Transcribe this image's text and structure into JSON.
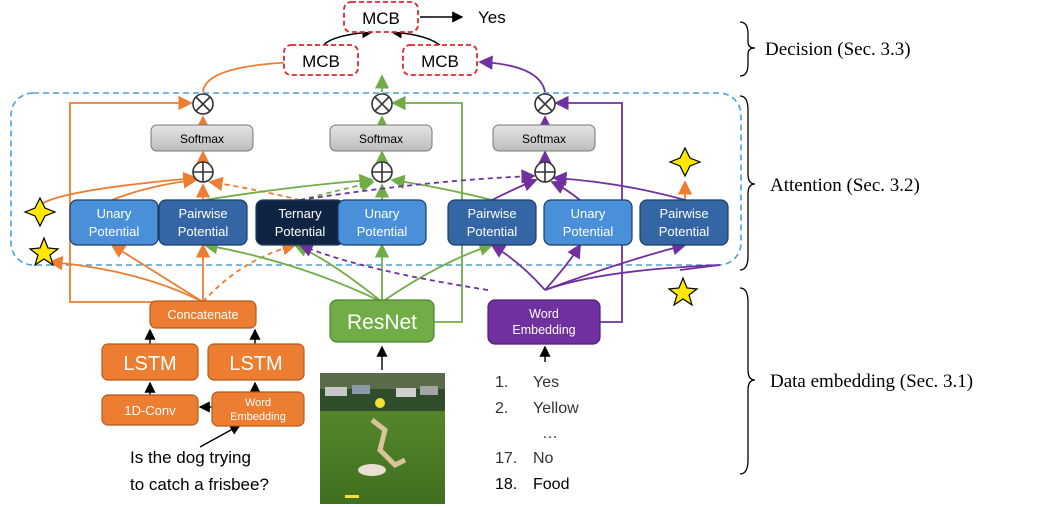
{
  "decision": {
    "mcb_top": "MCB",
    "mcb_left": "MCB",
    "mcb_right": "MCB",
    "output": "Yes"
  },
  "attention": {
    "softmax": [
      "Softmax",
      "Softmax",
      "Softmax"
    ],
    "potentials": [
      {
        "line1": "Unary",
        "line2": "Potential",
        "color": "#4a90d9"
      },
      {
        "line1": "Pairwise",
        "line2": "Potential",
        "color": "#3465a4"
      },
      {
        "line1": "Ternary",
        "line2": "Potential",
        "color": "#0f2443"
      },
      {
        "line1": "Unary",
        "line2": "Potential",
        "color": "#4a90d9"
      },
      {
        "line1": "Pairwise",
        "line2": "Potential",
        "color": "#3465a4"
      },
      {
        "line1": "Unary",
        "line2": "Potential",
        "color": "#4a90d9"
      },
      {
        "line1": "Pairwise",
        "line2": "Potential",
        "color": "#3465a4"
      }
    ]
  },
  "question_branch": {
    "concatenate": "Concatenate",
    "lstm_left": "LSTM",
    "lstm_right": "LSTM",
    "conv": "1D-Conv",
    "word_embedding_line1": "Word",
    "word_embedding_line2": "Embedding",
    "question_line1": "Is the dog trying",
    "question_line2": "to catch a frisbee?"
  },
  "image_branch": {
    "resnet": "ResNet"
  },
  "answer_branch": {
    "word_embedding_line1": "Word",
    "word_embedding_line2": "Embedding",
    "answers": [
      {
        "num": "1.",
        "text": "Yes"
      },
      {
        "num": "2.",
        "text": "Yellow"
      },
      {
        "num": "",
        "text": "…"
      },
      {
        "num": "17.",
        "text": "No"
      },
      {
        "num": "18.",
        "text": "Food"
      }
    ]
  },
  "sections": {
    "decision": "Decision (Sec. 3.3)",
    "attention": "Attention (Sec. 3.2)",
    "embedding": "Data embedding (Sec. 3.1)"
  },
  "colors": {
    "orange": "#ed7d31",
    "green": "#70ad47",
    "purple": "#7030a0",
    "mcb_border": "#e0262b",
    "dashed_frame": "#4d9fd6"
  }
}
